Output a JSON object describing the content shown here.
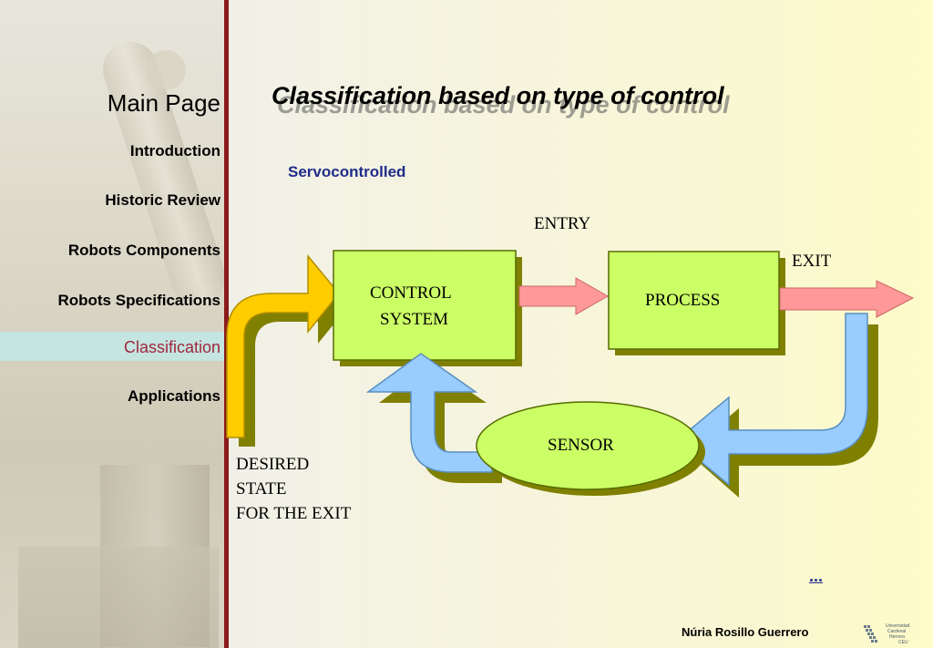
{
  "sidebar": {
    "main_page": "Main  Page",
    "items": [
      {
        "label": "Introduction"
      },
      {
        "label": "Historic Review"
      },
      {
        "label": "Robots Components"
      },
      {
        "label": "Robots Specifications"
      },
      {
        "label": "Classification"
      },
      {
        "label": "Applications"
      }
    ]
  },
  "slide": {
    "title": "Classification based on type of control",
    "subtitle": "Servocontrolled"
  },
  "diagram": {
    "control_system_line1": "CONTROL",
    "control_system_line2": "SYSTEM",
    "process": "PROCESS",
    "sensor": "SENSOR",
    "entry": "ENTRY",
    "exit": "EXIT",
    "desired_line1": "DESIRED",
    "desired_line2": "STATE",
    "desired_line3": "FOR  THE EXIT"
  },
  "footer": {
    "more_link": "...",
    "author": "Núria Rosillo Guerrero",
    "logo_text": [
      "Universidad",
      "Cardenal",
      "Herrera",
      "CEU"
    ]
  },
  "colors": {
    "box_fill": "#ccff66",
    "box_shadow": "#808000",
    "arrow_pink": "#ff9999",
    "arrow_blue": "#99ccff",
    "arrow_yellow": "#ffcc00",
    "nav_current": "#a0283c",
    "subtitle": "#1f2d8a",
    "rule": "#8b1a1a"
  }
}
